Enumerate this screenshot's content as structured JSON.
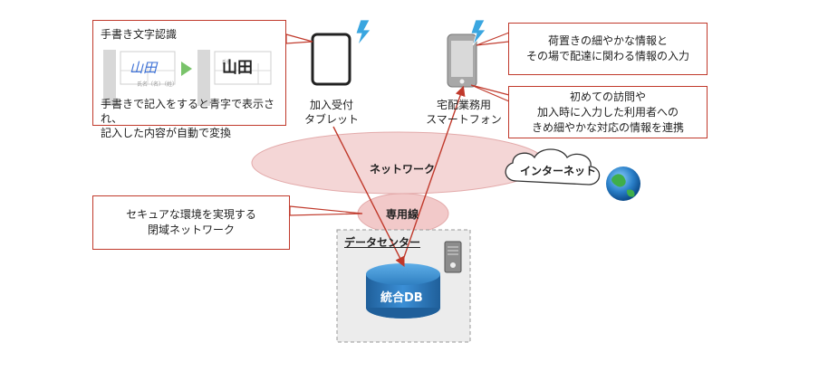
{
  "handwriting_box": {
    "title": "手書き文字認識",
    "sample_left": "山田",
    "sample_right": "山田",
    "form_hint_left": "氏名（名）（姓）",
    "form_hint_right": "氏名",
    "description": [
      "手書きで記入をすると青字で表示され、",
      "記入した内容が自動で変換"
    ]
  },
  "tablet": {
    "label": [
      "加入受付",
      "タブレット"
    ]
  },
  "smartphone": {
    "label": [
      "宅配業務用",
      "スマートフォン"
    ]
  },
  "callout_top_right": {
    "lines": [
      "荷置きの細やかな情報と",
      "その場で配達に関わる情報の入力"
    ]
  },
  "callout_mid_right": {
    "lines": [
      "初めての訪問や",
      "加入時に入力した利用者への",
      "きめ細やかな対応の情報を連携"
    ]
  },
  "callout_left": {
    "lines": [
      "セキュアな環境を実現する",
      "閉域ネットワーク"
    ]
  },
  "network": {
    "label": "ネットワーク",
    "dedicated_label": "専用線",
    "internet_label": "インターネット"
  },
  "datacenter": {
    "label": "データセンター",
    "db_label": "統合DB"
  },
  "colors": {
    "accent_red": "#c0392b",
    "network_fill": "#f4d6d6",
    "db_blue": "#2f7fc1",
    "lightning": "#3aa6e0"
  }
}
